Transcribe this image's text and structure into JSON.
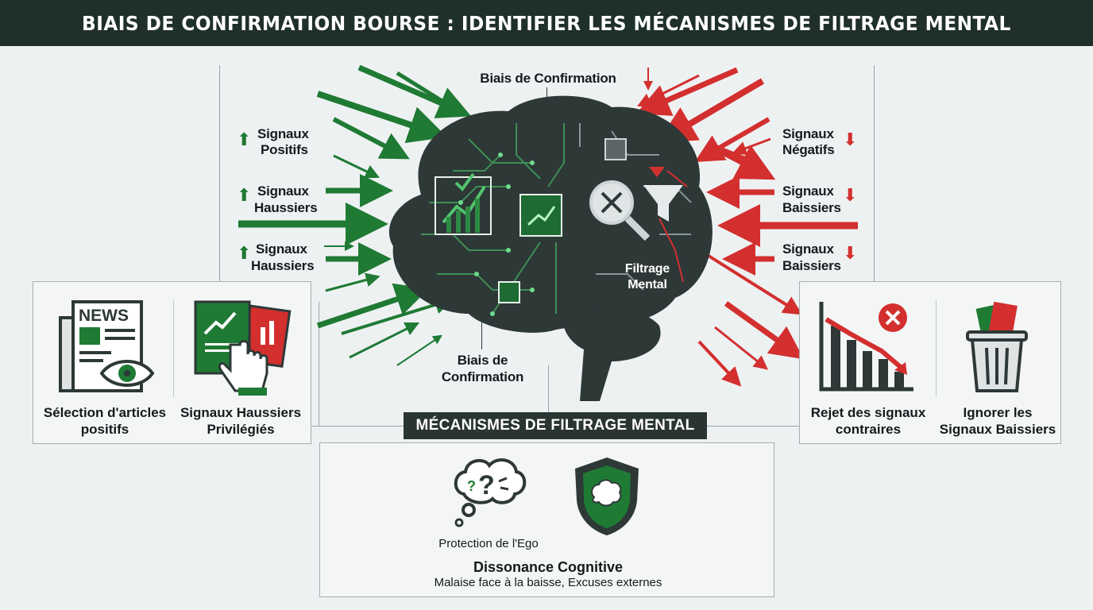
{
  "title": "BIAIS DE CONFIRMATION BOURSE : IDENTIFIER LES MÉCANISMES DE FILTRAGE MENTAL",
  "brain": {
    "top_label": "Biais de Confirmation",
    "bottom_label_line1": "Biais de",
    "bottom_label_line2": "Confirmation",
    "filter_label_line1": "Filtrage",
    "filter_label_line2": "Mental"
  },
  "left_signals": [
    {
      "line1": "Signaux",
      "line2": "Positifs"
    },
    {
      "line1": "Signaux",
      "line2": "Haussiers"
    },
    {
      "line1": "Signaux",
      "line2": "Haussiers"
    }
  ],
  "right_signals": [
    {
      "line1": "Signaux",
      "line2": "Négatifs"
    },
    {
      "line1": "Signaux",
      "line2": "Baissiers"
    },
    {
      "line1": "Signaux",
      "line2": "Baissiers"
    }
  ],
  "left_panel": {
    "news_icon_text": "NEWS",
    "item1_line1": "Sélection d'articles",
    "item1_line2": "positifs",
    "item2_line1": "Signaux Haussiers",
    "item2_line2": "Privilégiés"
  },
  "right_panel": {
    "item1_line1": "Rejet des signaux",
    "item1_line2": "contraires",
    "item2_line1": "Ignorer les",
    "item2_line2": "Signaux Baissiers"
  },
  "mechanisms": {
    "heading": "MÉCANISMES DE FILTRAGE MENTAL",
    "ego_label": "Protection de l'Ego",
    "dissonance_title": "Dissonance Cognitive",
    "dissonance_desc": "Malaise face à la baisse, Excuses externes"
  },
  "colors": {
    "positive": "#1f7a34",
    "negative": "#d32f2f",
    "dark": "#1f2f2c",
    "brain": "#2d3837"
  },
  "icons": [
    "up-arrow-icon",
    "down-arrow-icon",
    "newspaper-icon",
    "eye-icon",
    "chart-pointer-icon",
    "falling-chart-icon",
    "trash-icon",
    "thought-cloud-icon",
    "brain-shield-icon",
    "funnel-icon",
    "magnifier-icon",
    "chip-icon"
  ]
}
